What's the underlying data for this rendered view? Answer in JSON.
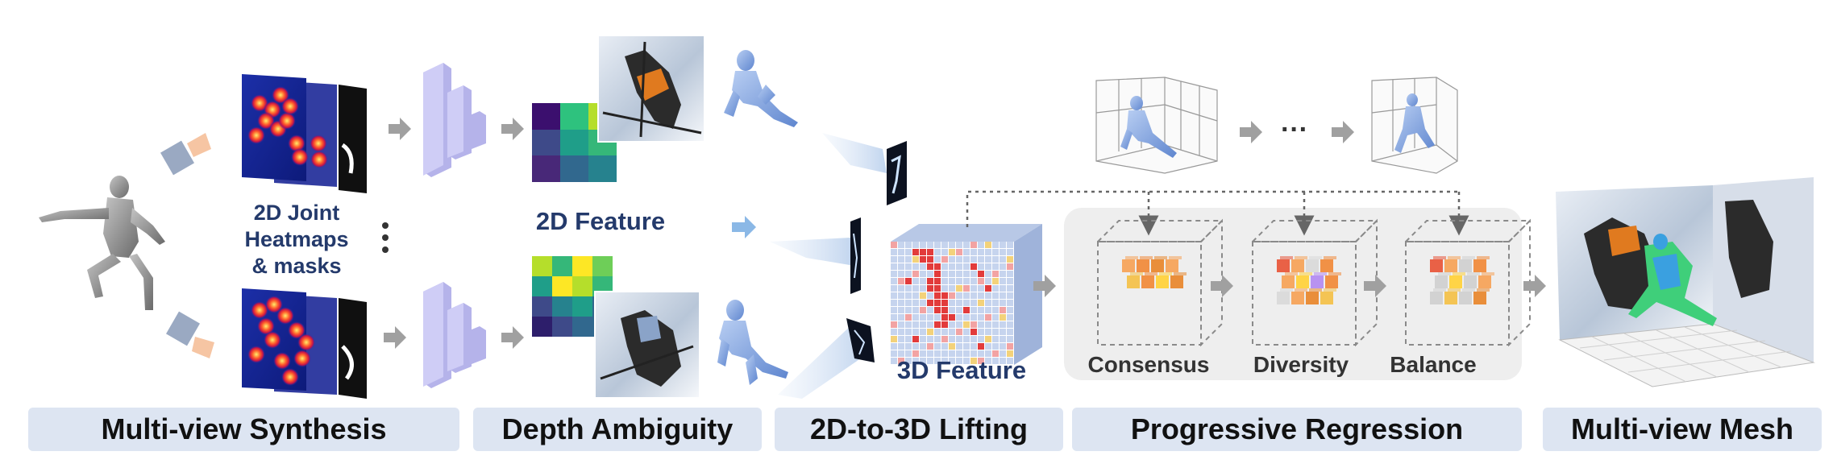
{
  "labels": {
    "heatmaps": "2D Joint Heatmaps & masks",
    "feature2d": "2D Feature",
    "feature3d": "3D Feature",
    "consensus": "Consensus",
    "diversity": "Diversity",
    "balance": "Balance",
    "ellipsis": "···"
  },
  "stages": [
    "Multi-view Synthesis",
    "Depth Ambiguity",
    "2D-to-3D Lifting",
    "Progressive Regression",
    "Multi-view Mesh"
  ],
  "colors": {
    "label_bg": "#dde5f2",
    "arrow": "#a0a0a0",
    "blue_arrow": "#8bb8e6",
    "text_dark": "#243a6b",
    "network": "#c9c8f0",
    "body_blue": "#8fb0e3",
    "body_gray": "#9a9a9a"
  }
}
